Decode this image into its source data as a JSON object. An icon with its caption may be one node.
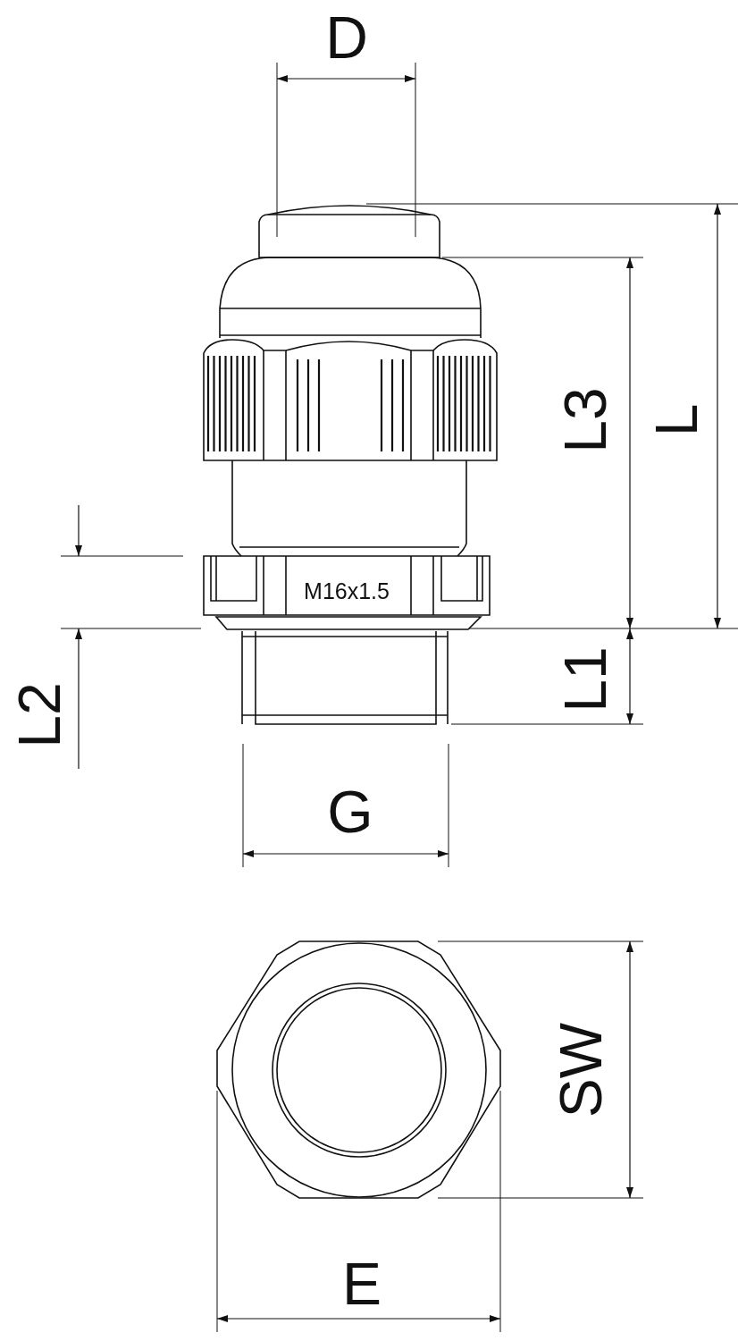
{
  "diagram": {
    "labels": [
      "D",
      "L3",
      "L",
      "M16x1.5",
      "L2",
      "L1",
      "G",
      "SW",
      "E"
    ]
  }
}
